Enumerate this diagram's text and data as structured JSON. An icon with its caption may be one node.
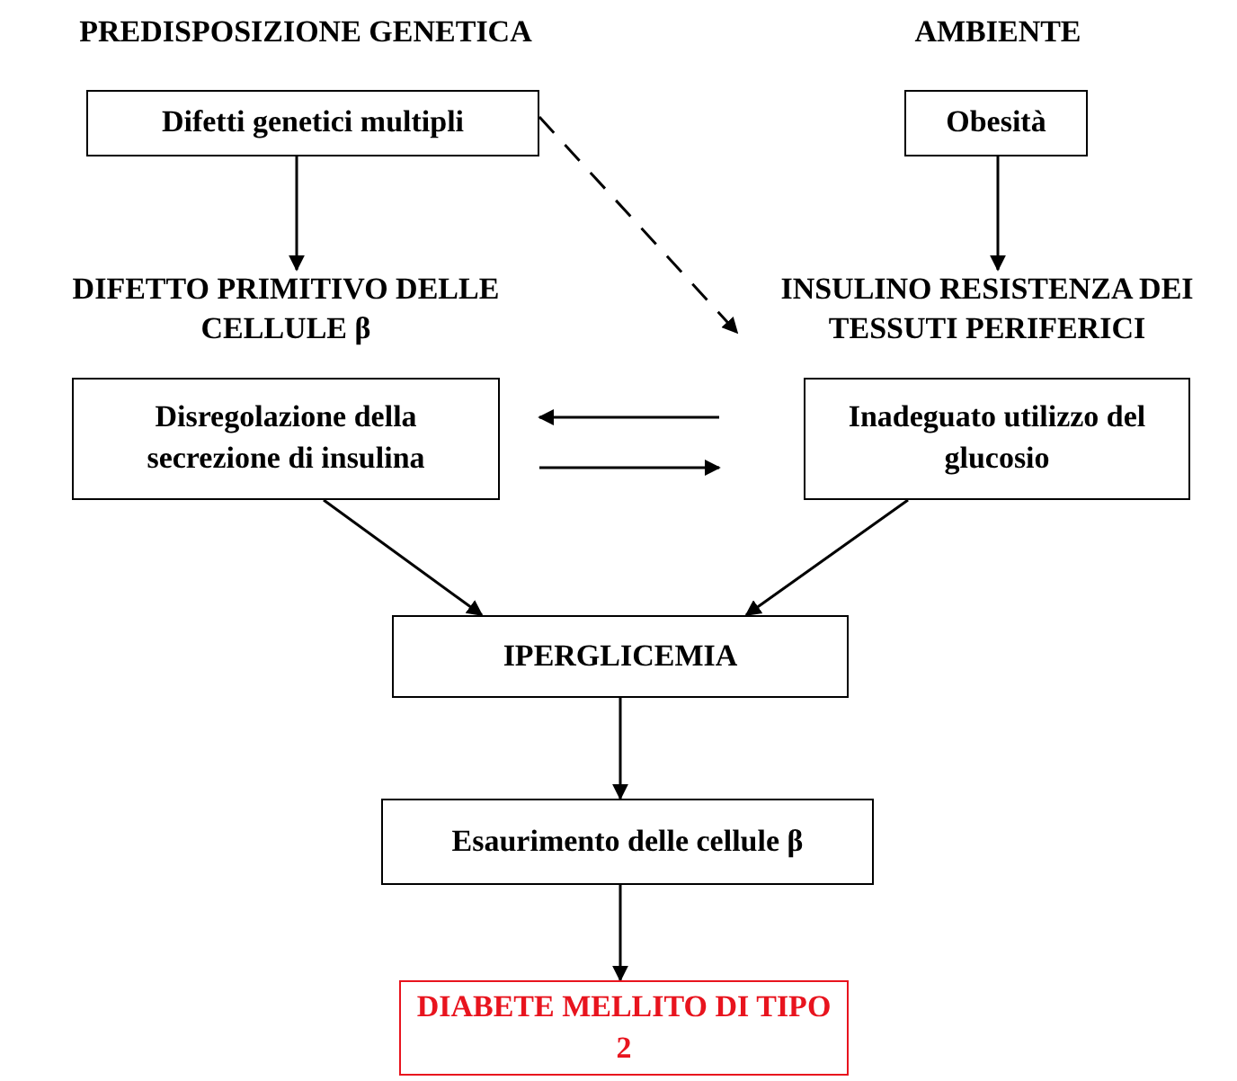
{
  "diagram": {
    "nodes": [
      {
        "text": [
          "Difetti genetici multipli"
        ]
      },
      {
        "text": [
          "Obesità"
        ]
      },
      {
        "text": [
          "DIFETTO PRIMITIVO DELLE CELLULE β",
          "Disregolazione della secrezione di insulina"
        ]
      },
      {
        "text": [
          "INSULINO RESISTENZA DEI TESSUTI PERIFERICI",
          "Inadeguato utilizzo del glucosio"
        ]
      },
      {
        "text": [
          "IPERGLICEMIA"
        ]
      },
      {
        "text": [
          "Esaurimento delle cellule β"
        ]
      },
      {
        "text": [
          "DIABETE MELLITO DI TIPO 2"
        ]
      }
    ],
    "edges": [
      {
        "from": 0,
        "to": 2,
        "arrow": "to"
      },
      {
        "from": 1,
        "to": 3,
        "arrow": "to"
      },
      {
        "from": 0,
        "to": 3,
        "arrow": "to",
        "style": "dashed"
      },
      {
        "from": 3,
        "to": 2,
        "arrow": "to"
      },
      {
        "from": 2,
        "to": 3,
        "arrow": "to"
      },
      {
        "from": 2,
        "to": 4,
        "arrow": "to"
      },
      {
        "from": 3,
        "to": 4,
        "arrow": "to"
      },
      {
        "from": 4,
        "to": 5,
        "arrow": "to"
      },
      {
        "from": 5,
        "to": 6,
        "arrow": "to"
      }
    ],
    "labels": [
      "PREDISPOSIZIONE GENETICA",
      "AMBIENTE"
    ]
  }
}
